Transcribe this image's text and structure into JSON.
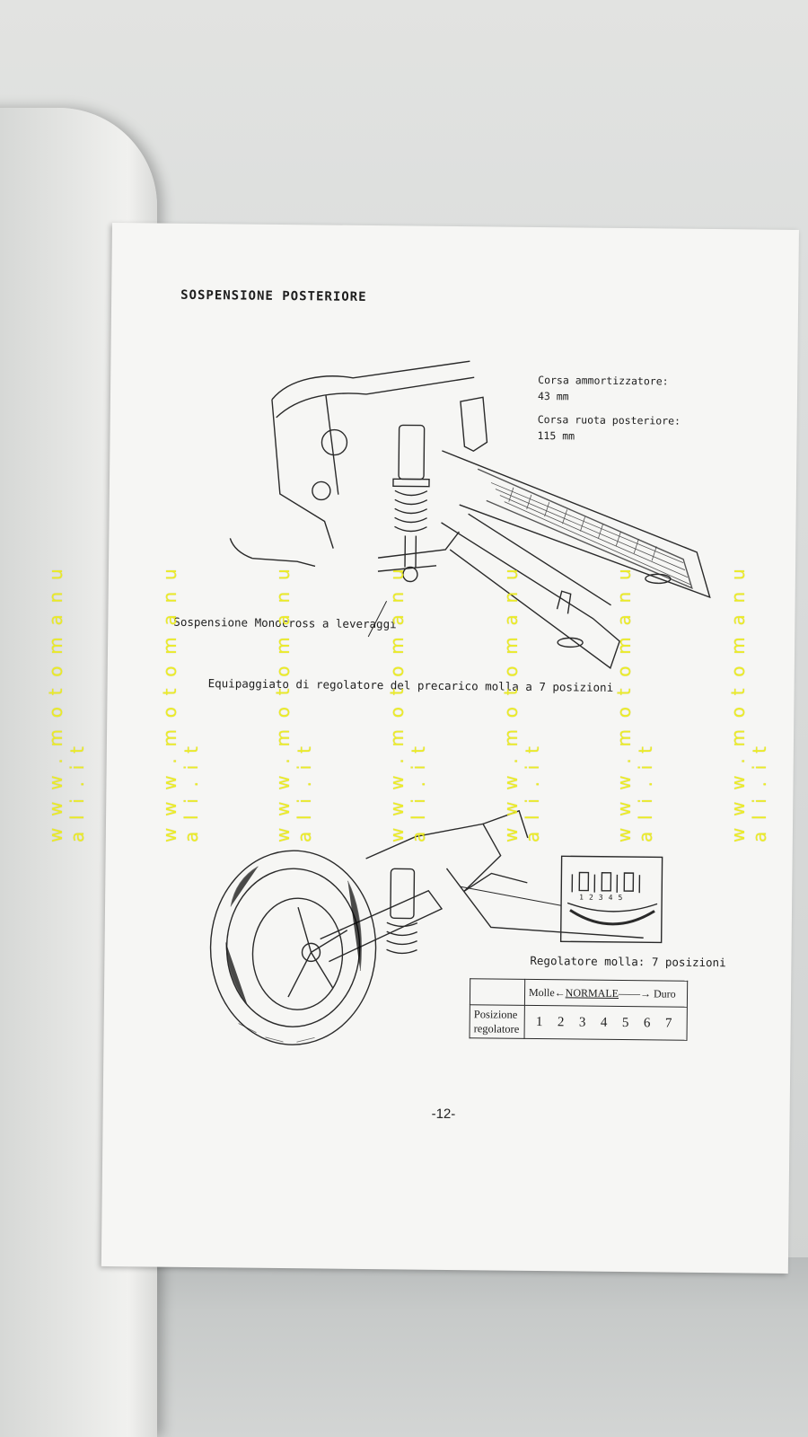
{
  "manual_page": {
    "title": "SOSPENSIONE POSTERIORE",
    "specs": {
      "shock_travel_label": "Corsa ammortizzatore:",
      "shock_travel_value": "43 mm",
      "wheel_travel_label": "Corsa ruota posteriore:",
      "wheel_travel_value": "115 mm"
    },
    "caption_suspension": "Sospensione Monocross a leveraggi",
    "caption_preload": "Equipaggiato di regolatore del precarico molla a 7 posizioni",
    "adjuster_caption": "Regolatore molla: 7 posizioni",
    "adjuster_inset_numbers": [
      "1",
      "2",
      "3",
      "4",
      "5"
    ],
    "table": {
      "soft": "Molle",
      "normal": "NORMALE",
      "hard": "Duro",
      "row_label_1": "Posizione",
      "row_label_2": "regolatore",
      "positions": [
        "1",
        "2",
        "3",
        "4",
        "5",
        "6",
        "7"
      ]
    },
    "page_number": "-12-"
  },
  "watermark": "w w w . m o t o m a n u a l i . i t",
  "colors": {
    "watermark": "#ecec1c",
    "ink": "#1e1e1e",
    "paper": "#f6f6f4"
  }
}
